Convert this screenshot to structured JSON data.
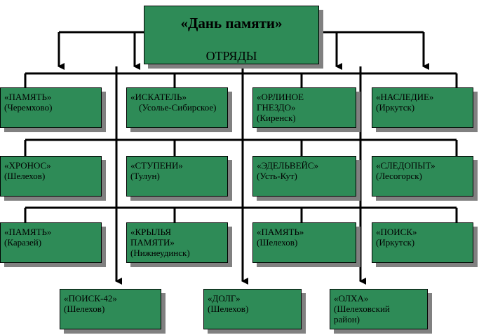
{
  "title": "«Дань памяти»",
  "subtitle": "ОТРЯДЫ",
  "units": [
    {
      "name": "«ПАМЯТЬ»",
      "city": "(Черемхово)"
    },
    {
      "name": "«ИСКАТЕЛЬ»",
      "city": "(Усолье-Сибирское)"
    },
    {
      "name": "«ОРЛИНОЕ ГНЕЗДО»",
      "city": "(Киренск)"
    },
    {
      "name": "«НАСЛЕДИЕ»",
      "city": "(Иркутск)"
    },
    {
      "name": "«ХРОНОС»",
      "city": "(Шелехов)"
    },
    {
      "name": "«СТУПЕНИ»",
      "city": "(Тулун)"
    },
    {
      "name": "«ЭДЕЛЬВЕЙС»",
      "city": "(Усть-Кут)"
    },
    {
      "name": "«СЛЕДОПЫТ»",
      "city": "(Лесогорск)"
    },
    {
      "name": "«ПАМЯТЬ»",
      "city": "(Каразей)"
    },
    {
      "name": "«КРЫЛЬЯ ПАМЯТИ»",
      "city": "(Нижнеудинск)"
    },
    {
      "name": "«ПАМЯТЬ»",
      "city": "(Шелехов)"
    },
    {
      "name": "«ПОИСК»",
      "city": "(Иркутск)"
    },
    {
      "name": "«ПОИСК-42»",
      "city": "(Шелехов)"
    },
    {
      "name": "«ДОЛГ»",
      "city": "(Шелехов)"
    },
    {
      "name": "«ОЛХА»",
      "city": "(Шелеховский район)"
    }
  ]
}
